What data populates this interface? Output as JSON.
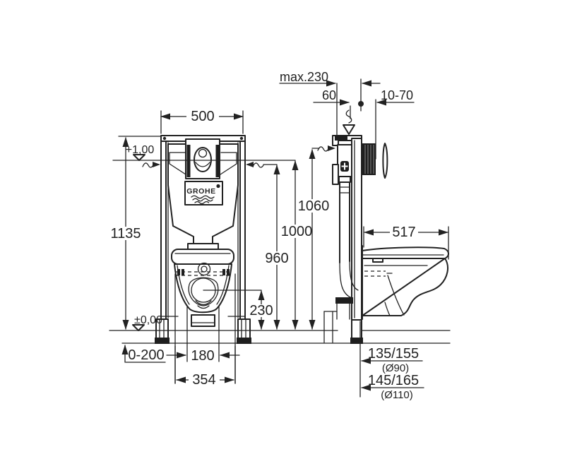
{
  "colors": {
    "line": "#222222",
    "background": "#ffffff",
    "dark_fill": "#1e1e1e"
  },
  "brand": {
    "logo": "GROHE"
  },
  "front_view": {
    "width_top": "500",
    "frame_height": "1135",
    "level_upper": "+1,00",
    "level_floor": "±0,00",
    "foot_adjust_range": "0-200",
    "outlet_spacing": "180",
    "base_width": "354",
    "outlet_height": "230",
    "supply_height": "960",
    "reference_height": "1000",
    "actuation_height": "1060"
  },
  "side_view": {
    "max_depth": "max.230",
    "offset_front": "60",
    "wall_thickness_range": "10-70",
    "bowl_depth": "517",
    "drain_90": {
      "offset": "135/155",
      "diameter": "(Ø90)"
    },
    "drain_110": {
      "offset": "145/165",
      "diameter": "(Ø110)"
    }
  }
}
